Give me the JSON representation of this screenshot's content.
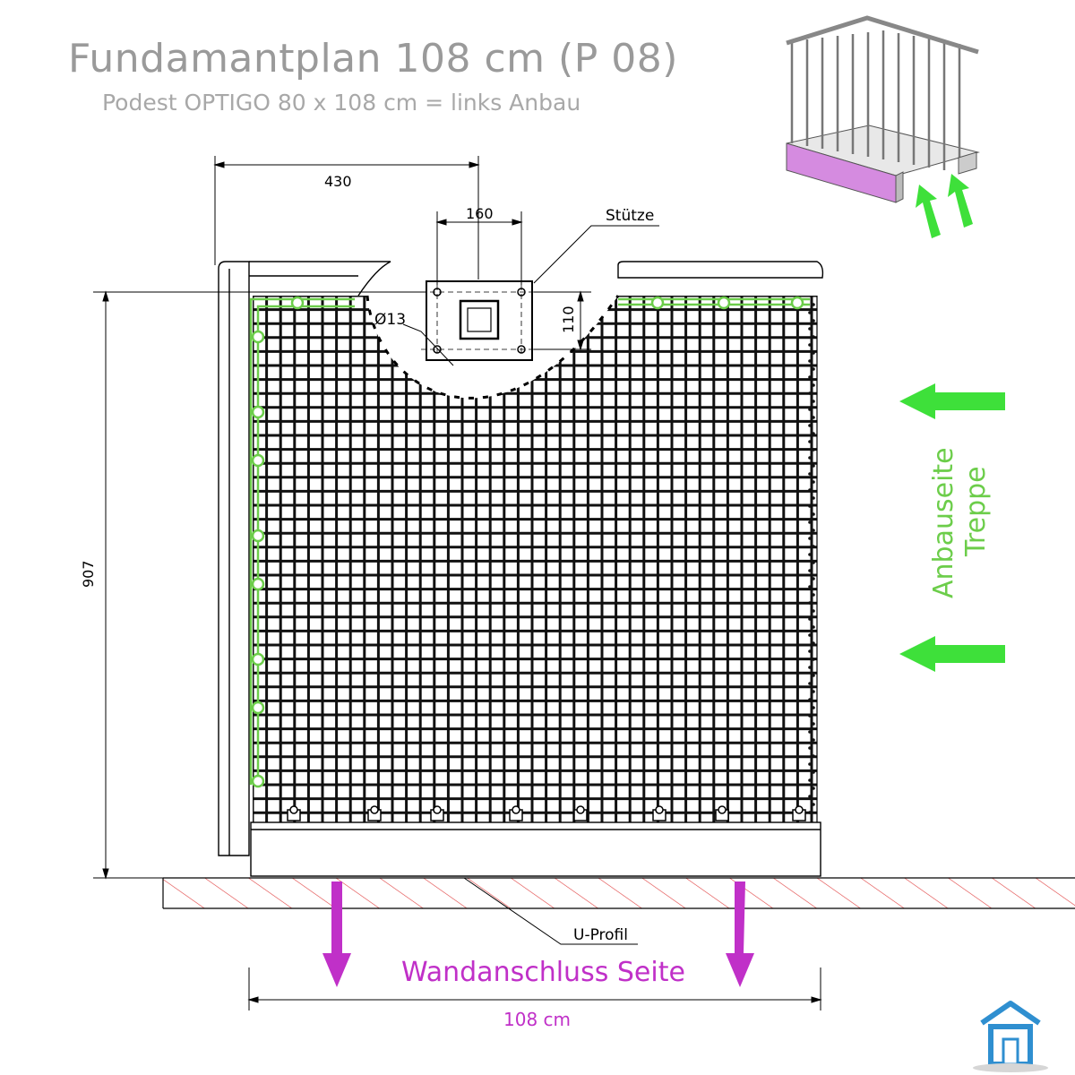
{
  "title": "Fundamantplan 108 cm (P 08)",
  "subtitle": "Podest OPTIGO  80 x 108 cm = links Anbau",
  "dimensions": {
    "d430": "430",
    "d160": "160",
    "d110": "110",
    "d907": "907",
    "diameter": "Ø13"
  },
  "labels": {
    "stuetze": "Stütze",
    "uprofil": "U-Profil",
    "side_line1": "Anbauseite",
    "side_line2": "Treppe",
    "wall_side": "Wandanschluss Seite",
    "width": "108 cm"
  },
  "colors": {
    "accent_green": "#6ccd4a",
    "arrow_green": "#3ee03a",
    "magenta": "#c030c8",
    "hatch_red": "#e04040",
    "grid": "#111111",
    "platform_pink": "#d58be0",
    "house_blue": "#2f8fd0"
  },
  "icons": [
    "house-logo-icon",
    "platform-3d-icon",
    "arrow-left-icon",
    "arrow-down-icon",
    "arrow-up-right-icon"
  ]
}
